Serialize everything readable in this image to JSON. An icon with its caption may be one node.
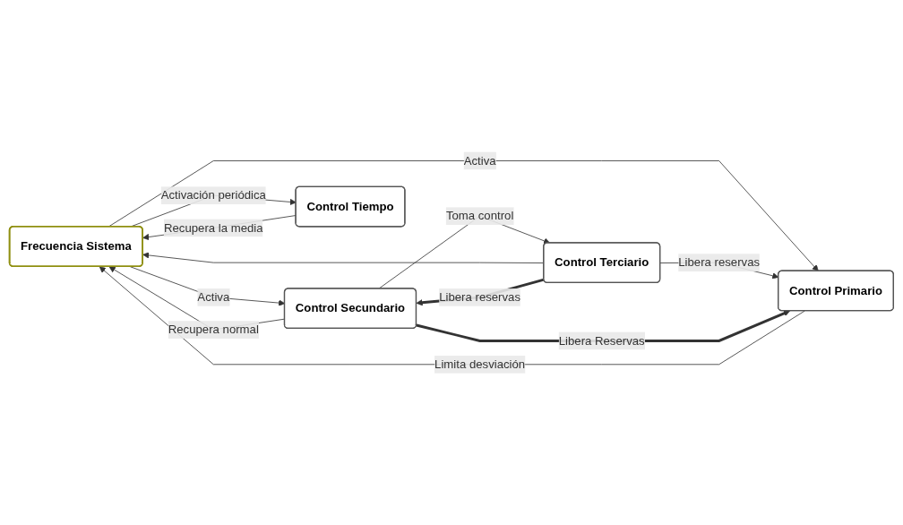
{
  "diagram": {
    "nodes": [
      {
        "text": [
          "Frecuencia Sistema"
        ]
      },
      {
        "text": [
          "Control Primario"
        ]
      },
      {
        "text": [
          "Control Secundario"
        ]
      },
      {
        "text": [
          "Control Terciario"
        ]
      },
      {
        "text": [
          "Control Tiempo"
        ]
      }
    ],
    "edges": [
      {
        "from": 4,
        "to": 0,
        "arrow": "to",
        "label": "Recupera la media"
      },
      {
        "from": 2,
        "to": 0,
        "arrow": "to",
        "label": "Recupera normal"
      },
      {
        "from": 3,
        "to": 0,
        "arrow": "to"
      },
      {
        "from": 1,
        "to": 0,
        "arrow": "to",
        "label": "Limita desviación"
      },
      {
        "from": 0,
        "to": 1,
        "arrow": "to",
        "label": "Activa"
      },
      {
        "from": 3,
        "to": 1,
        "arrow": "to",
        "label": "Libera reservas"
      },
      {
        "from": 2,
        "to": 1,
        "arrow": "to",
        "label": "Libera Reservas",
        "style": "thick"
      },
      {
        "from": 0,
        "to": 2,
        "arrow": "to",
        "label": "Activa"
      },
      {
        "from": 3,
        "to": 2,
        "arrow": "to",
        "label": "Libera reservas",
        "style": "thick"
      },
      {
        "from": 2,
        "to": 3,
        "arrow": "to",
        "label": "Toma control"
      },
      {
        "from": 0,
        "to": 4,
        "arrow": "to",
        "label": "Activación periódica"
      }
    ]
  }
}
